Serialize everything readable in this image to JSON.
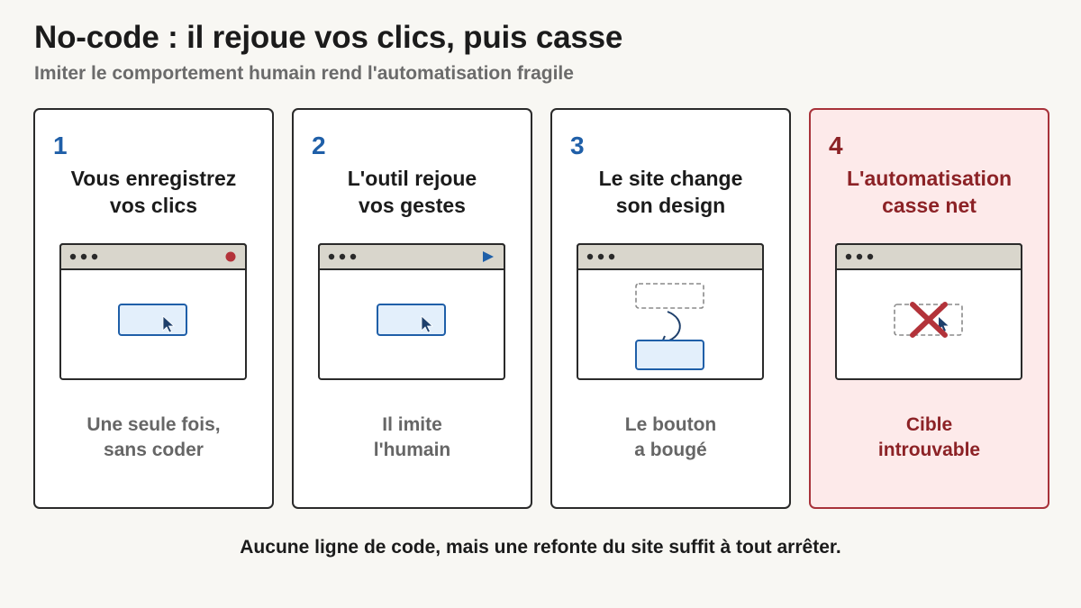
{
  "title": "No-code : il rejoue vos clics, puis casse",
  "subtitle": "Imiter le comportement humain rend l'automatisation fragile",
  "steps": [
    {
      "number": "1",
      "heading_line1": "Vous enregistrez",
      "heading_line2": "vos clics",
      "caption_line1": "Une seule fois,",
      "caption_line2": "sans coder",
      "indicator_icon": "record-icon"
    },
    {
      "number": "2",
      "heading_line1": "L'outil rejoue",
      "heading_line2": "vos gestes",
      "caption_line1": "Il imite",
      "caption_line2": "l'humain",
      "indicator_icon": "play-icon"
    },
    {
      "number": "3",
      "heading_line1": "Le site change",
      "heading_line2": "son design",
      "caption_line1": "Le bouton",
      "caption_line2": "a bougé",
      "indicator_icon": "moved-arrow-icon"
    },
    {
      "number": "4",
      "heading_line1": "L'automatisation",
      "heading_line2": "casse net",
      "caption_line1": "Cible",
      "caption_line2": "introuvable",
      "indicator_icon": "error-cross-icon"
    }
  ],
  "footer": "Aucune ligne de code, mais une refonte du site suffit à tout arrêter.",
  "colors": {
    "accent_blue": "#1f5fa8",
    "alert_red": "#a8323a",
    "alert_bg": "#fdeaea",
    "button_fill": "#e3effb",
    "titlebar": "#d9d6cc"
  }
}
